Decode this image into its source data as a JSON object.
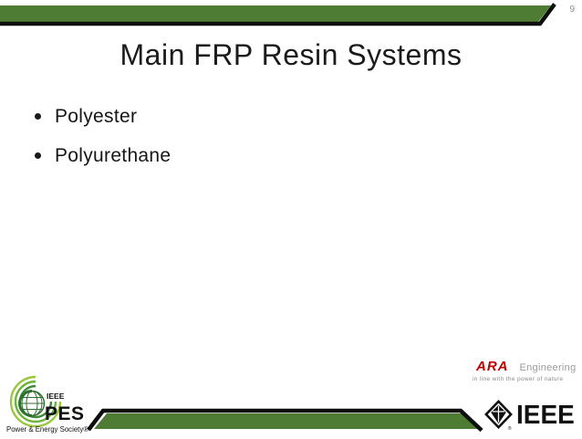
{
  "slide": {
    "page_number": "9",
    "title": "Main FRP Resin Systems",
    "bullets": [
      "Polyester",
      "Polyurethane"
    ]
  },
  "logos": {
    "pes": {
      "brand": "IEEE",
      "name": "PES",
      "tagline": "Power & Energy Society®"
    },
    "ara": {
      "name": "ARA",
      "suffix": "Engineering",
      "tagline": "in line with the power of nature"
    },
    "ieee": {
      "wordmark": "IEEE",
      "registered": "®"
    }
  },
  "colors": {
    "bar_green": "#4e7c35",
    "bar_black": "#0e0e0e",
    "title_text": "#1b1b1b",
    "body_text": "#161616",
    "page_number_gray": "#8f8f8f",
    "ara_red": "#bf0000",
    "ara_gray": "#9b9b9b",
    "pes_green_light": "#9ac83d",
    "pes_green_mid": "#6fb33c",
    "pes_green_dark": "#3f8a39"
  }
}
